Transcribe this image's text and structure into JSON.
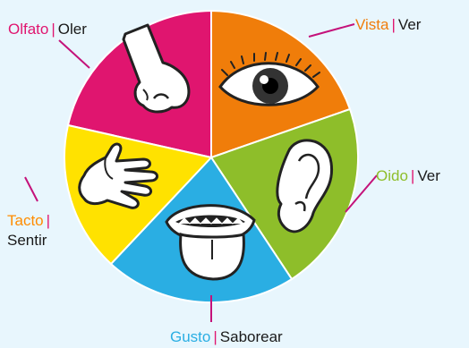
{
  "colors": {
    "background": "#e8f6fd",
    "olfato": "#e0156f",
    "vista": "#f07d0a",
    "oido": "#8ebe2a",
    "gusto": "#2aaee3",
    "tacto": "#ffe200",
    "separator": "#e0156f",
    "pointer_line": "#c4127a"
  },
  "senses": [
    {
      "key": "olfato",
      "sense": "Olfato",
      "verb": "Oler",
      "sense_color": "#e0156f",
      "icon": "nose-icon"
    },
    {
      "key": "vista",
      "sense": "Vista",
      "verb": "Ver",
      "sense_color": "#f07d0a",
      "icon": "eye-icon"
    },
    {
      "key": "oido",
      "sense": "Oido",
      "verb": "Ver",
      "sense_color": "#8ebe2a",
      "icon": "ear-icon"
    },
    {
      "key": "gusto",
      "sense": "Gusto",
      "verb": "Saborear",
      "sense_color": "#2aaee3",
      "icon": "tongue-icon"
    },
    {
      "key": "tacto",
      "sense": "Tacto",
      "verb": "Sentir",
      "sense_color": "#ff8c00",
      "icon": "hand-icon"
    }
  ]
}
